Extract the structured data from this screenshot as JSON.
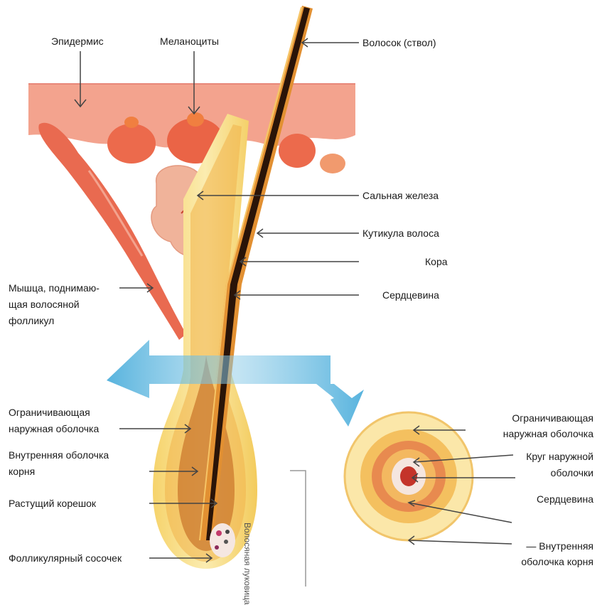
{
  "labels": {
    "epidermis": "Эпидермис",
    "melanocytes": "Меланоциты",
    "hair_shaft": "Волосок (ствол)",
    "sebaceous_gland": "Сальная железа",
    "hair_cuticle": "Кутикула волоса",
    "cortex": "Кора",
    "medulla": "Сердцевина",
    "arrector_muscle": [
      "Мышца, поднимаю-",
      "щая волосяной",
      "фолликул"
    ],
    "outer_sheath": [
      "Ограничивающая",
      "наружная оболочка"
    ],
    "inner_root_sheath": [
      "Внутренняя оболочка",
      "корня"
    ],
    "growing_root": "Растущий корешок",
    "papilla": "Фолликулярный сосочек",
    "bulb_vertical": "Волосяная луковица"
  },
  "cross_section_labels": {
    "outer_sheath": [
      "Ограничивающая",
      "наружная оболочка"
    ],
    "outer_ring": [
      "Круг наружной",
      "оболочки"
    ],
    "medulla": "Сердцевина",
    "inner_root_sheath": [
      "—   Внутренняя",
      "оболочка корня"
    ]
  },
  "colors": {
    "skin": "#f2a08c",
    "gland": "#f0b39a",
    "melanocyte": "#ea6446",
    "muscle": "#e96a50",
    "follicle": "#f7de86",
    "hair_dark": "#2a1408",
    "hair_mid": "#c9742a",
    "arrow": "#46a9d6"
  }
}
